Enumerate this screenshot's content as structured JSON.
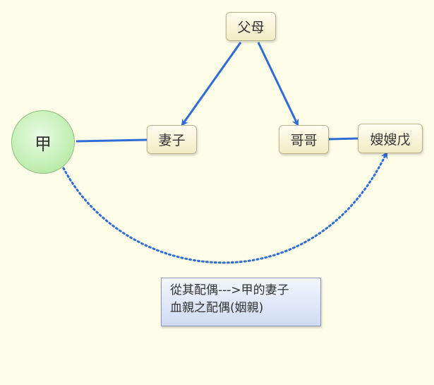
{
  "nodes": {
    "parents": "父母",
    "jia": "甲",
    "wife": "妻子",
    "brother": "哥哥",
    "sister_in_law": "嫂嫂戊"
  },
  "note": {
    "line1": "從其配偶--->甲的妻子",
    "line2": "血親之配偶(姻親)"
  },
  "colors": {
    "background": "#fefde8",
    "connector": "#2f6cd6",
    "node_fill": "#f6f2d2",
    "circle_fill": "#c6f0b8",
    "note_fill": "#dce5f7"
  }
}
